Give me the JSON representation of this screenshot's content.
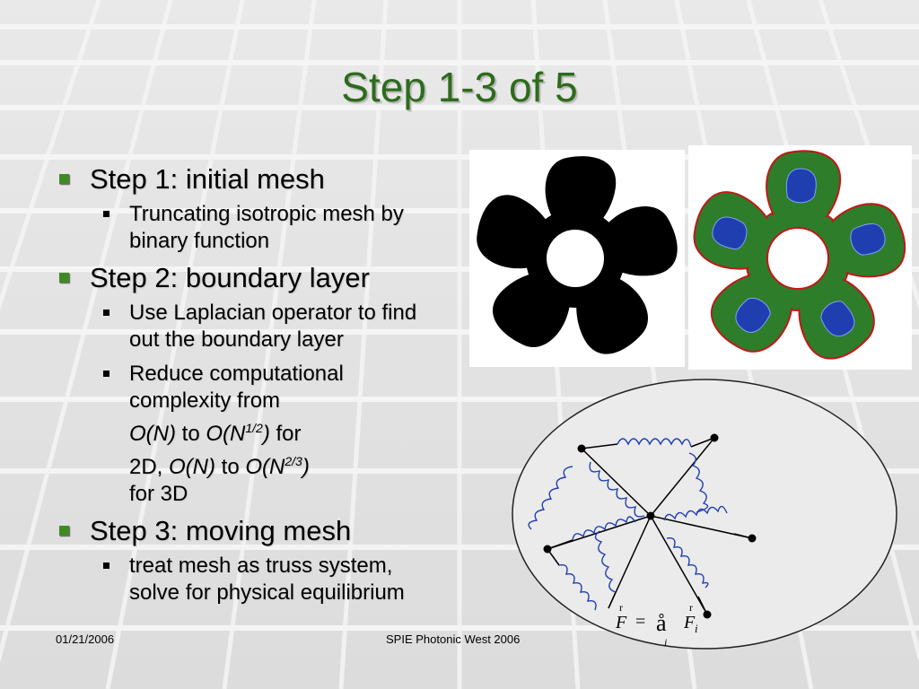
{
  "slide": {
    "title": "Step 1-3 of 5"
  },
  "bullets": {
    "step1": {
      "label": "Step 1: initial mesh",
      "sub1": {
        "line1": "Truncating isotropic mesh by",
        "line2": "binary function"
      }
    },
    "step2": {
      "label": "Step 2: boundary layer",
      "sub1": {
        "line1": "Use Laplacian operator to find",
        "line2": "out the boundary layer"
      },
      "sub2": {
        "line1": "Reduce computational",
        "line2": "complexity from",
        "a1": "O(N)",
        "to1": " to ",
        "a2base": "O(N",
        "a2sup": "1/2",
        "a2end": ")",
        "for1": " for",
        "b0": "2D, ",
        "b1": "O(N)",
        "to2": " to ",
        "b2base": "O(N",
        "b2sup": "2/3",
        "b2end": ")",
        "line5": "for 3D"
      }
    },
    "step3": {
      "label": "Step 3: moving mesh",
      "sub1": {
        "line1": "treat mesh as truss system,",
        "line2": "solve for physical equilibrium"
      }
    }
  },
  "figure": {
    "eq_F": "F",
    "eq_equals": "=",
    "eq_sum": "å",
    "eq_Fi": "F",
    "eq_sub_i": "i",
    "eq_under_i": "i",
    "eq_vec_mark": "r",
    "colors": {
      "green": "#2d7d2a",
      "blue": "#1f3fb0",
      "red": "#c21818"
    }
  },
  "footer": {
    "date": "01/21/2006",
    "conference": "SPIE Photonic West 2006"
  }
}
